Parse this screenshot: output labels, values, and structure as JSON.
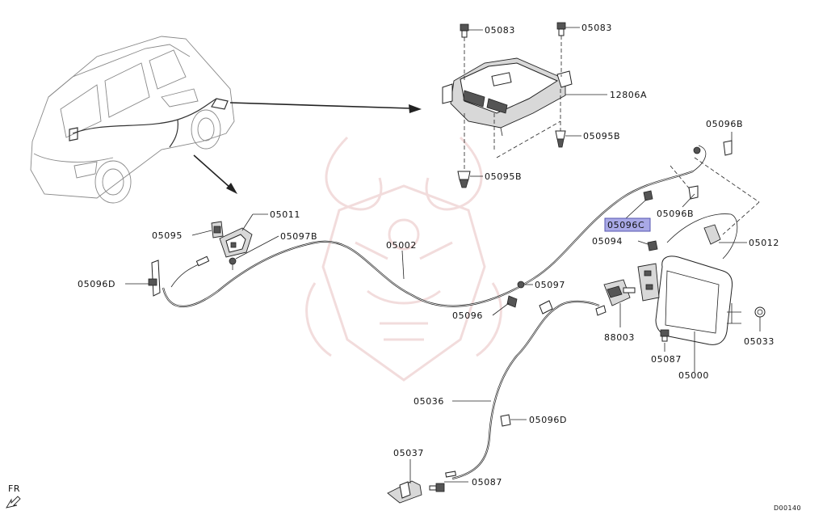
{
  "diagram": {
    "part_labels": {
      "p05083_a": "05083",
      "p05083_b": "05083",
      "p12806a": "12806A",
      "p05095b_a": "05095B",
      "p05095b_b": "05095B",
      "p05096b_a": "05096B",
      "p05096b_b": "05096B",
      "p05096c": "05096C",
      "p05012": "05012",
      "p05094": "05094",
      "p05011": "05011",
      "p05095": "05095",
      "p05097b": "05097B",
      "p05002": "05002",
      "p05096d_a": "05096D",
      "p05097": "05097",
      "p05096": "05096",
      "p88003": "88003",
      "p05087_a": "05087",
      "p05000": "05000",
      "p05033": "05033",
      "p05036": "05036",
      "p05096d_b": "05096D",
      "p05037": "05037",
      "p05087_b": "05087"
    },
    "highlighted_part": "05096C",
    "highlight_color": "#a9a9e6",
    "direction_label": "FR",
    "diagram_code": "D00140",
    "icons": [
      "front-direction-arrow-icon",
      "watermark-emblem"
    ]
  }
}
